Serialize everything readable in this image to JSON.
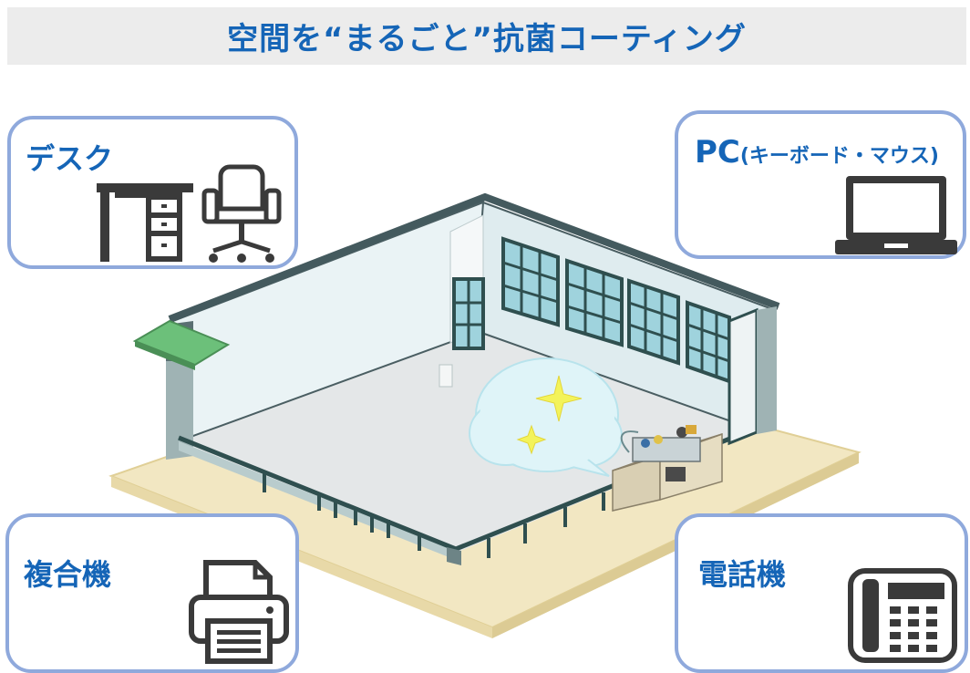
{
  "title": "空間を“まるごと”抗菌コーティング",
  "cards": {
    "desk": {
      "label": "デスク",
      "icons": [
        "desk-icon",
        "office-chair-icon"
      ]
    },
    "pc": {
      "label_main": "PC",
      "label_sub": "(キーボード・マウス)",
      "icon": "laptop-icon"
    },
    "mfp": {
      "label": "複合機",
      "icon": "printer-icon"
    },
    "phone": {
      "label": "電話機",
      "icon": "desk-phone-icon"
    }
  },
  "colors": {
    "title_text": "#1565b7",
    "title_bg": "#ececec",
    "card_border": "#8fa9dc",
    "icon": "#3a3a3a",
    "wall": "#2f4f4f",
    "floor": "#f2e7c2",
    "glass": "#e6f1f3",
    "roof_green": "#6cc07a",
    "sparkle": "#f3f35a",
    "mist": "#dff4f8"
  }
}
